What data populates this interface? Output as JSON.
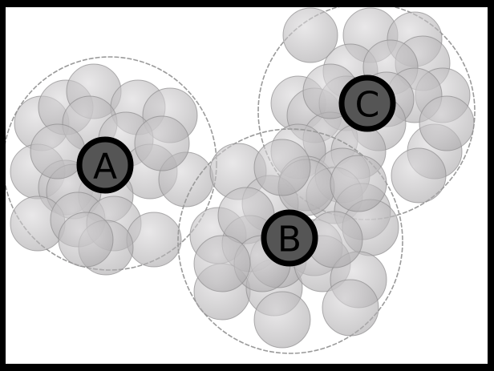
{
  "colors": {
    "frame": "#000000",
    "background": "#ffffff",
    "ball_fill": "#b3b1b3",
    "ball_stroke": "#8d8b8d",
    "cluster_outline": "#9a9a9a",
    "label_fill": "#555555",
    "label_ring": "#000000"
  },
  "clusters": [
    {
      "id": "A",
      "label": "A",
      "ball_count": 21
    },
    {
      "id": "B",
      "label": "B",
      "ball_count": 22
    },
    {
      "id": "C",
      "label": "C",
      "ball_count": 22
    }
  ]
}
